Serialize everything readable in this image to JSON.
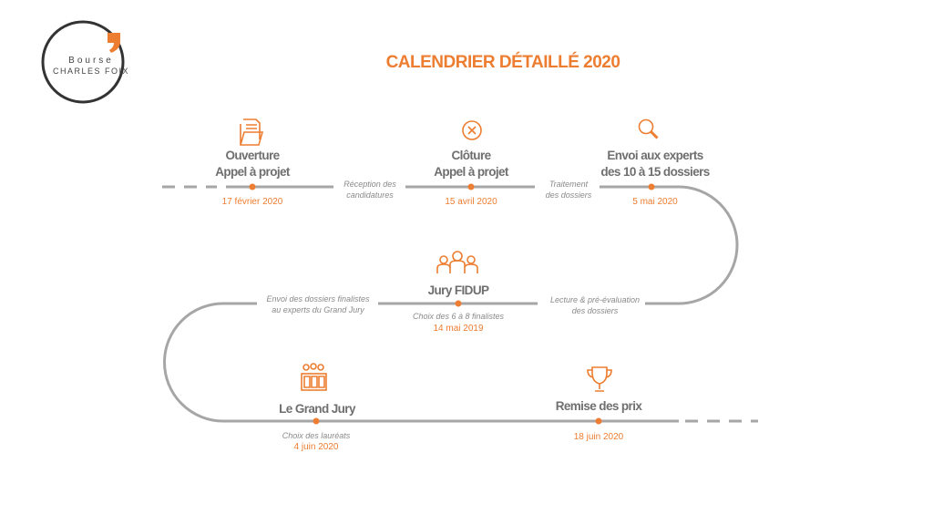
{
  "logo": {
    "line1": "Bourse",
    "line2": "CHARLES FOIX"
  },
  "title": "CALENDRIER DÉTAILLÉ 2020",
  "colors": {
    "accent": "#ed7d31",
    "line": "#a6a6a6",
    "text": "#6f6f6f"
  },
  "milestones": [
    {
      "label1": "Ouverture",
      "label2": "Appel à projet",
      "date": "17 février 2020",
      "icon": "folder-icon"
    },
    {
      "label1": "Clôture",
      "label2": "Appel à projet",
      "date": "15 avril 2020",
      "icon": "close-circle-icon"
    },
    {
      "label1": "Envoi aux experts",
      "label2": "des 10 à 15 dossiers",
      "date": "5 mai 2020",
      "icon": "search-icon"
    },
    {
      "label1": "Jury FIDUP",
      "note": "Choix des 6 à 8 finalistes",
      "date": "14 mai 2019",
      "icon": "people-icon"
    },
    {
      "label1": "Le Grand Jury",
      "note": "Choix des lauréats",
      "date": "4 juin 2020",
      "icon": "jury-bench-icon"
    },
    {
      "label1": "Remise des prix",
      "date": "18 juin 2020",
      "icon": "trophy-icon"
    }
  ],
  "phases": [
    {
      "line1": "Réception des",
      "line2": "candidatures"
    },
    {
      "line1": "Traitement",
      "line2": "des dossiers"
    },
    {
      "line1": "Lecture & pré-évaluation",
      "line2": "des dossiers"
    },
    {
      "line1": "Envoi des dossiers finalistes",
      "line2": "au experts du Grand Jury"
    }
  ]
}
